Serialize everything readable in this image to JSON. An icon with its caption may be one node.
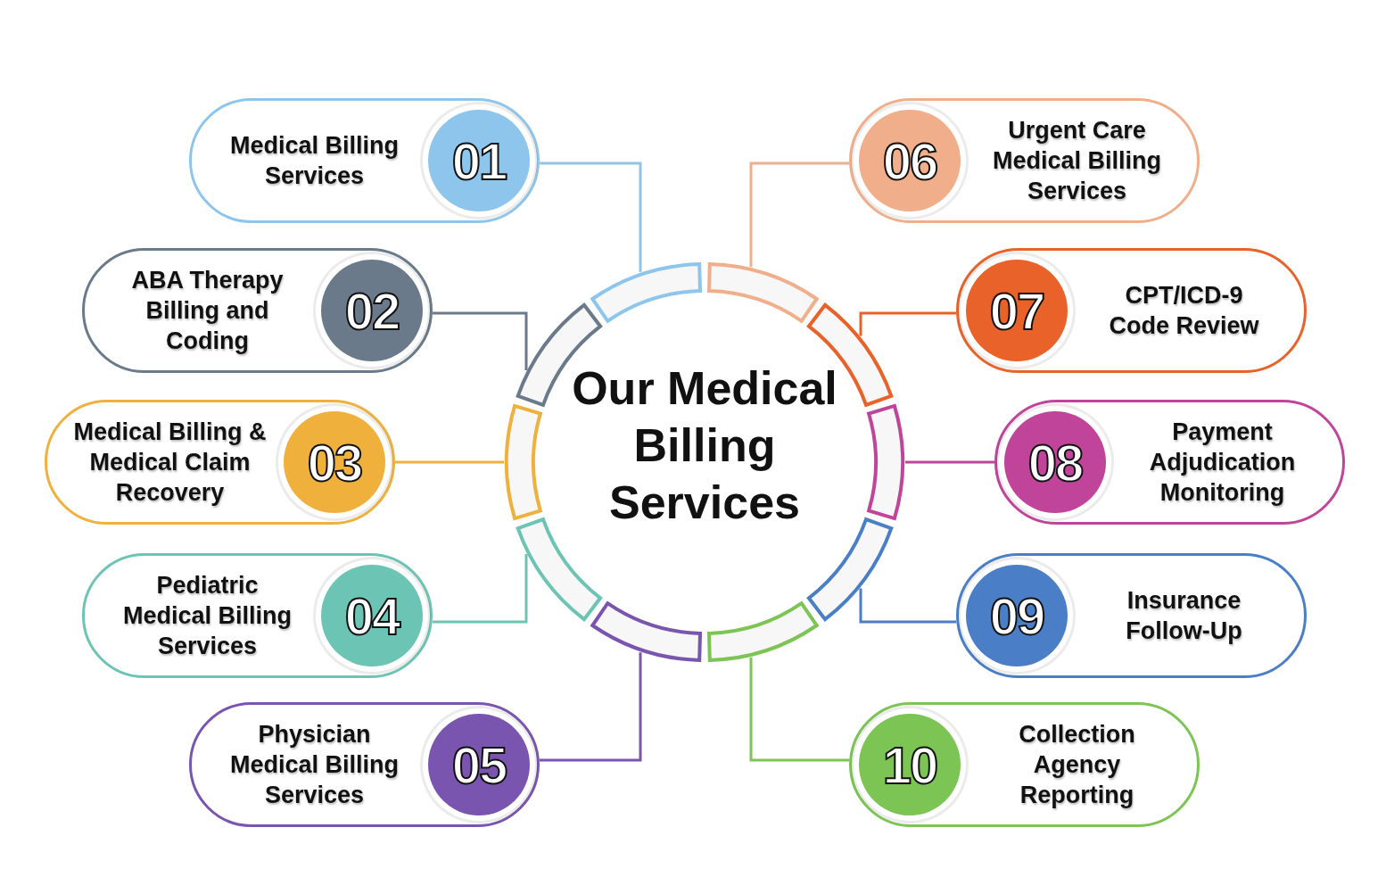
{
  "diagram": {
    "nodes": [
      {
        "text": [
          "Our Medical Billing Services"
        ]
      },
      {
        "text": [
          "Medical Billing Services",
          "01"
        ]
      },
      {
        "text": [
          "ABA Therapy Billing and Coding",
          "02"
        ]
      },
      {
        "text": [
          "Medical Billing & Medical Claim Recovery",
          "03"
        ]
      },
      {
        "text": [
          "Pediatric Medical Billing Services",
          "04"
        ]
      },
      {
        "text": [
          "Physician Medical Billing Services",
          "05"
        ]
      },
      {
        "text": [
          "06",
          "Urgent Care Medical Billing Services"
        ]
      },
      {
        "text": [
          "07",
          "CPT/ICD-9 Code Review"
        ]
      },
      {
        "text": [
          "08",
          "Payment Adjudication Monitoring"
        ]
      },
      {
        "text": [
          "09",
          "Insurance Follow-Up"
        ]
      },
      {
        "text": [
          "10",
          "Collection Agency Reporting"
        ]
      }
    ],
    "edges": [
      {
        "from": 1,
        "to": 0,
        "arrow": "none",
        "color": "#8ec5ec"
      },
      {
        "from": 2,
        "to": 0,
        "arrow": "none",
        "color": "#6b7a8a"
      },
      {
        "from": 3,
        "to": 0,
        "arrow": "none",
        "color": "#f0b03c"
      },
      {
        "from": 4,
        "to": 0,
        "arrow": "none",
        "color": "#6cc4b4"
      },
      {
        "from": 5,
        "to": 0,
        "arrow": "none",
        "color": "#7a55b0"
      },
      {
        "from": 6,
        "to": 0,
        "arrow": "none",
        "color": "#f0ae8a"
      },
      {
        "from": 7,
        "to": 0,
        "arrow": "none",
        "color": "#e8622a"
      },
      {
        "from": 8,
        "to": 0,
        "arrow": "none",
        "color": "#c0449a"
      },
      {
        "from": 9,
        "to": 0,
        "arrow": "none",
        "color": "#4a7fc8"
      },
      {
        "from": 10,
        "to": 0,
        "arrow": "none",
        "color": "#7cc454"
      }
    ]
  }
}
